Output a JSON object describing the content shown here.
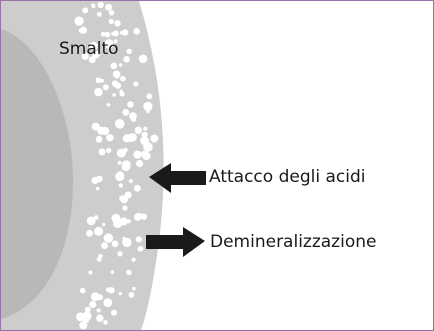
{
  "labels": {
    "enamel": "Smalto",
    "acid_attack": "Attacco degli acidi",
    "demineralization": "Demineralizzazione"
  },
  "colors": {
    "frame": "#9b6fa8",
    "inner_dentin": "#b8b8b8",
    "enamel_layer": "#cdcdcd",
    "dots": "#ffffff",
    "arrow": "#1a1a1a"
  },
  "icons": {
    "acid_attack_arrow": "left-arrow",
    "demineralization_arrow": "right-arrow"
  }
}
